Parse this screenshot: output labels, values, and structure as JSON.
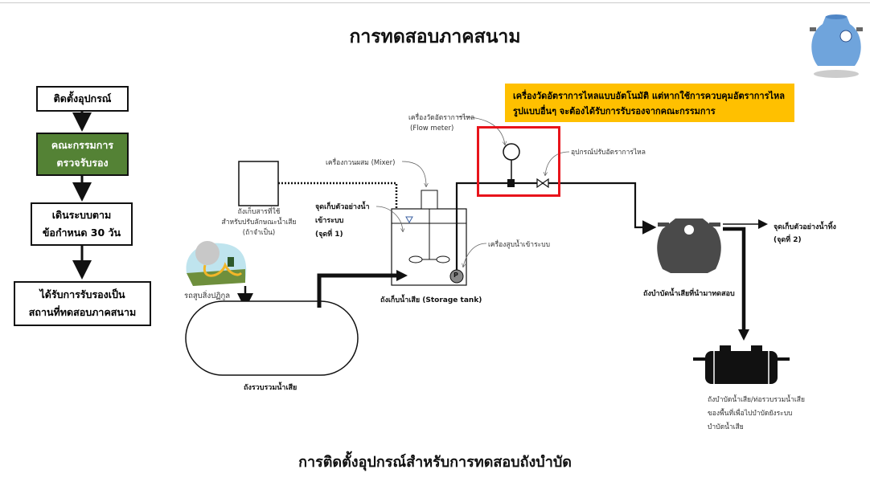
{
  "title": "การทดสอบภาคสนาม",
  "footer": "การติดตั้งอุปกรณ์สำหรับการทดสอบถังบำบัด",
  "flow": [
    {
      "lines": [
        "ติดตั้งอุปกรณ์"
      ]
    },
    {
      "lines": [
        "คณะกรรมการ",
        "ตรวจรับรอง"
      ]
    },
    {
      "lines": [
        "เดินระบบตาม",
        "ข้อกำหนด 30 วัน"
      ]
    },
    {
      "lines": [
        "ได้รับการรับรองเป็น",
        "สถานที่ทดสอบภาคสนาม"
      ]
    }
  ],
  "note": [
    "เครื่องวัดอัตราการไหลแบบอัตโนมัติ แต่หากใช้การควบคุมอัตราการไหล",
    "รูปแบบอื่นๆ จะต้องได้รับการรับรองจากคณะกรรมการ"
  ],
  "labels": {
    "flow_meter": [
      "เครื่องวัดอัตราการไหล",
      "(Flow meter)"
    ],
    "valve": "อุปกรณ์ปรับอัตราการไหล",
    "mixer": "เครื่องกวนผสม (Mixer)",
    "chem_tank": [
      "ถังเก็บสารที่ใช้",
      "สำหรับปรับลักษณะน้ำเสีย",
      "(ถ้าจำเป็น)"
    ],
    "sample1": [
      "จุดเก็บตัวอย่างน้ำ",
      "เข้าระบบ",
      "(จุดที่ 1)"
    ],
    "pump": "เครื่องสูบน้ำเข้าระบบ",
    "pump_symbol": "P",
    "storage": "ถังเก็บน้ำเสีย (Storage tank)",
    "truck": "รถสูบสิ่งปฏิกูล",
    "collection": "ถังรวบรวมน้ำเสีย",
    "test_tank": "ถังบำบัดน้ำเสียที่นำมาทดสอบ",
    "sample2": [
      "จุดเก็บตัวอย่างน้ำทิ้ง",
      "(จุดที่ 2)"
    ],
    "sewer": [
      "ถังบำบัดน้ำเสีย/ท่อรวบรวมน้ำเสีย",
      "ของพื้นที่เพื่อไปบำบัดยังระบบ",
      "บำบัดน้ำเสีย"
    ]
  },
  "colors": {
    "green": "#548235",
    "note": "#FFC000",
    "highlight": "#e8141b",
    "tank": "#4a4a4a"
  }
}
